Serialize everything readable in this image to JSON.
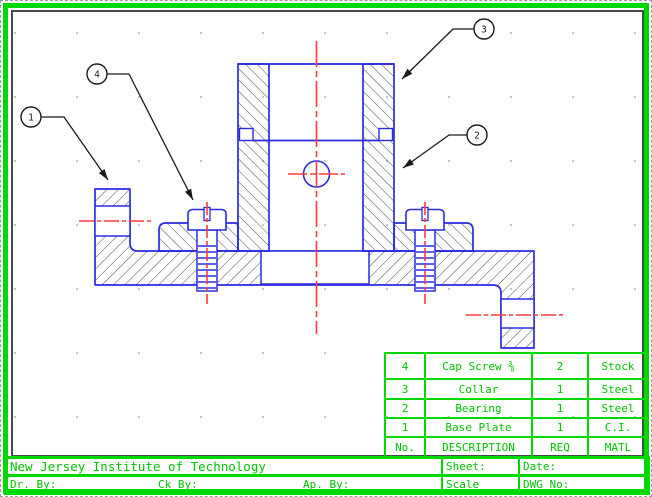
{
  "colors": {
    "frame_green": "#00d900",
    "outline_blue": "#2a2ae0",
    "centerline_red": "#ff3b3b",
    "hatch_gray": "#3a3a3a",
    "leader_black": "#1a1a1a"
  },
  "balloons": {
    "b1": "1",
    "b2": "2",
    "b3": "3",
    "b4": "4"
  },
  "parts_table": {
    "headers": {
      "no": "No.",
      "description": "DESCRIPTION",
      "req": "REQ",
      "matl": "MATL"
    },
    "rows": [
      {
        "no": "4",
        "description": "Cap Screw ⅜",
        "req": "2",
        "matl": "Stock"
      },
      {
        "no": "3",
        "description": "Collar",
        "req": "1",
        "matl": "Steel"
      },
      {
        "no": "2",
        "description": "Bearing",
        "req": "1",
        "matl": "Steel"
      },
      {
        "no": "1",
        "description": "Base Plate",
        "req": "1",
        "matl": "C.I."
      }
    ]
  },
  "title_block": {
    "organization": "New Jersey Institute of Technology",
    "sheet_label": "Sheet:",
    "date_label": "Date:",
    "dr_by_label": "Dr. By:",
    "ck_by_label": "Ck By:",
    "ap_by_label": "Ap. By:",
    "scale_label": "Scale",
    "dwg_no_label": "DWG No:"
  }
}
